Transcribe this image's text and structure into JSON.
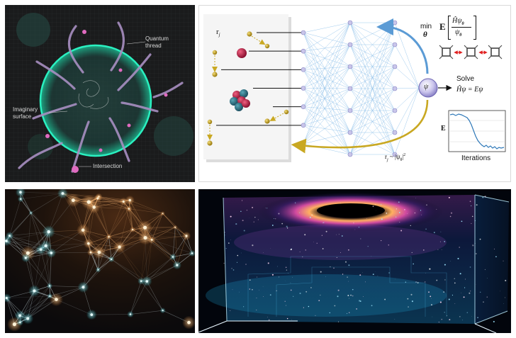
{
  "panel_a": {
    "quantum_thread_label": "Quantum\nthread",
    "imaginary_surface_label": "Imaginary\nsurface",
    "intersection_label": "Intersection"
  },
  "panel_b": {
    "rj_label": "r",
    "rj_sub": "j",
    "min_label": "min",
    "theta_label": "θ",
    "expectation_E": "E",
    "frac_num": "Ĥψ",
    "frac_num_sub": "θ",
    "frac_den": "ψ",
    "frac_den_sub": "θ",
    "psi_node": "ψ",
    "solve_label": "Solve",
    "equation": "Ĥψ = Eψ",
    "sampling_label": "r",
    "sampling_sub": "j",
    "sampling_rest": "~ |ψ",
    "sampling_sub2": "θ",
    "sampling_end": "|",
    "sampling_sup": "2",
    "energy_axis_label": "E",
    "iterations_label": "Iterations",
    "colors": {
      "network_blue": "#7fb8e6",
      "node_lilac": "#c9c6ea",
      "gold": "#c9a822",
      "arrow_blue": "#5b9bd5"
    }
  },
  "panel_c": {},
  "panel_d": {}
}
